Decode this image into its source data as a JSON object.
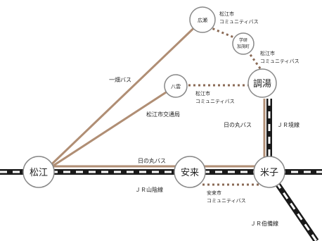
{
  "colors": {
    "bus_route": "#b08e74",
    "community_bus": "#8a6a55",
    "rail_dark": "#1a1a1a",
    "background": "#ffffff"
  },
  "stations": {
    "matsue": "松江",
    "yasugi": "安来",
    "yonago": "米子",
    "chogo": "調湯",
    "hiroichi": "広瀬",
    "yakumo": "八雲",
    "gakuen": "学研\n加茂町"
  },
  "labels": {
    "ichiba_bus": "一畑バス",
    "matsue_transit": "松江市交通局",
    "hinomaru_bus_top": "日の丸バス",
    "hinomaru_bus_right": "日の丸バス",
    "jr_sanin": "ＪＲ山陰線",
    "jr_hakubi": "ＪＲ伯備線",
    "jr_yonago_line": "ＪＲ境線",
    "matsue_community_1_a": "松江市",
    "matsue_community_1_b": "コミュニティバス",
    "matsue_community_2_a": "松江市",
    "matsue_community_2_b": "コミュニティバス",
    "matsue_community_3_a": "松江市",
    "matsue_community_3_b": "コミュニティバス",
    "yasugi_community_a": "安来市",
    "yasugi_community_b": "コミュニティバス"
  }
}
